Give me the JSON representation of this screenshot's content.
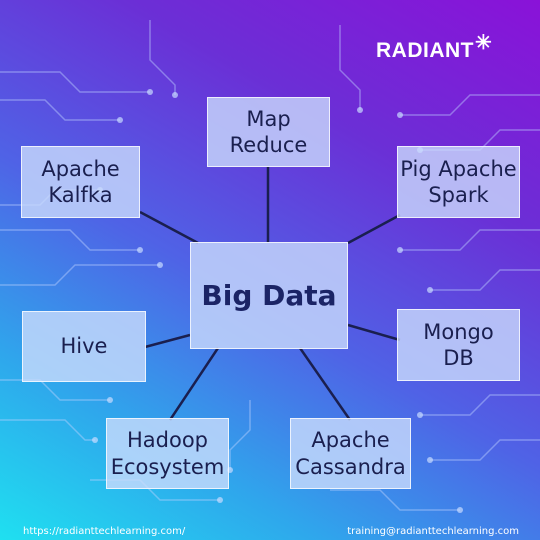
{
  "logo": {
    "text": "RADIANT",
    "star": "✳"
  },
  "center_node": {
    "label": "Big Data"
  },
  "nodes": {
    "map_reduce": {
      "line1": "Map",
      "line2": "Reduce"
    },
    "apache_kafka": {
      "line1": "Apache",
      "line2": "Kalfka"
    },
    "pig_spark": {
      "line1": "Pig Apache",
      "line2": "Spark"
    },
    "hive": {
      "line1": "Hive"
    },
    "mongo_db": {
      "line1": "Mongo",
      "line2": "DB"
    },
    "hadoop": {
      "line1": "Hadoop",
      "line2": "Ecosystem"
    },
    "cassandra": {
      "line1": "Apache",
      "line2": "Cassandra"
    }
  },
  "footer": {
    "website": "https://radianttechlearning.com/",
    "email": "training@radianttechlearning.com"
  },
  "colors": {
    "background_top": "#8a12d8",
    "background_bottom": "#1fe0f0",
    "node_fill": "#cbdcfc",
    "connector": "#1a1f4f",
    "circuit": "#a9c8ff"
  }
}
